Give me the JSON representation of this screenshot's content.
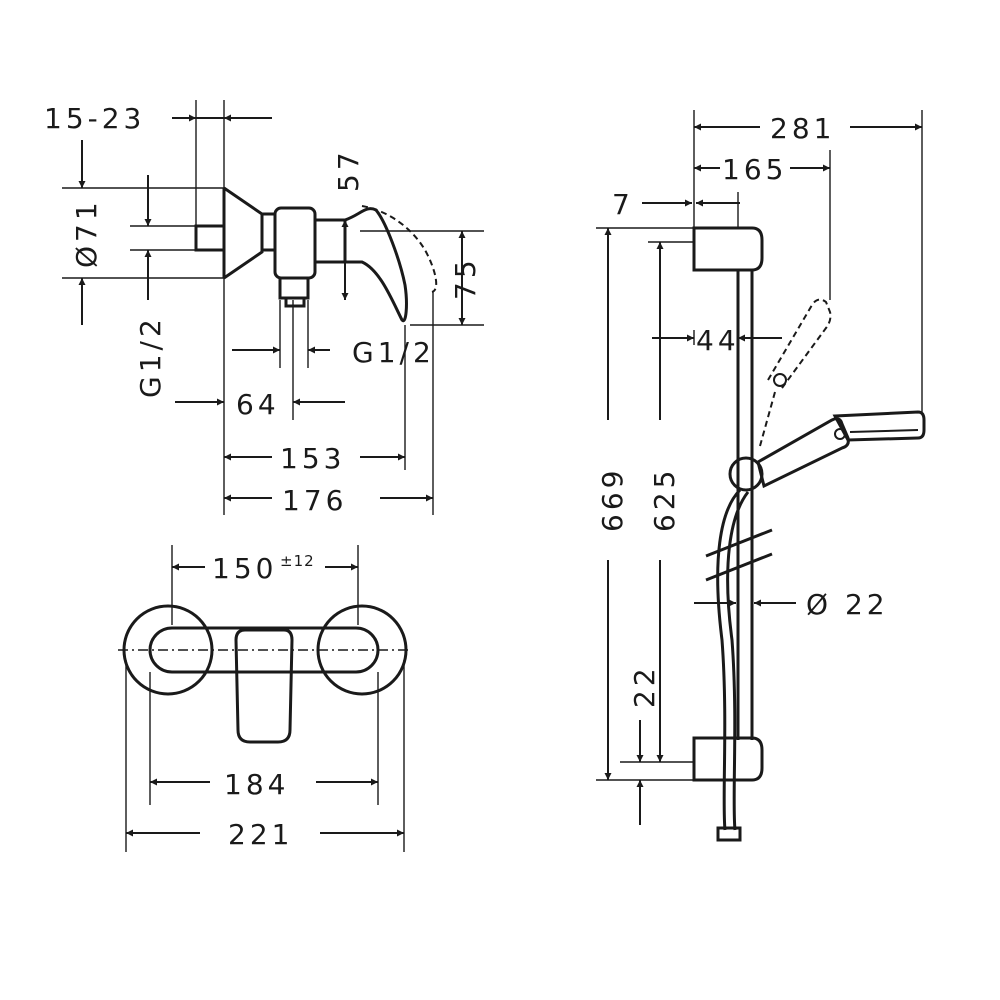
{
  "dimensions": {
    "d_15_23": "15-23",
    "d_o71": "Ø71",
    "d_57": "57",
    "d_75": "75",
    "d_g12_left": "G1/2",
    "d_g12_right": "G1/2",
    "d_64": "64",
    "d_153": "153",
    "d_176": "176",
    "d_150": "150",
    "d_150_tol": "±12",
    "d_184": "184",
    "d_221": "221",
    "d_281": "281",
    "d_165": "165",
    "d_7": "7",
    "d_44": "44",
    "d_669": "669",
    "d_625": "625",
    "d_o22": "Ø 22",
    "d_22": "22"
  },
  "colors": {
    "line": "#1a1a1a",
    "background": "#ffffff"
  }
}
